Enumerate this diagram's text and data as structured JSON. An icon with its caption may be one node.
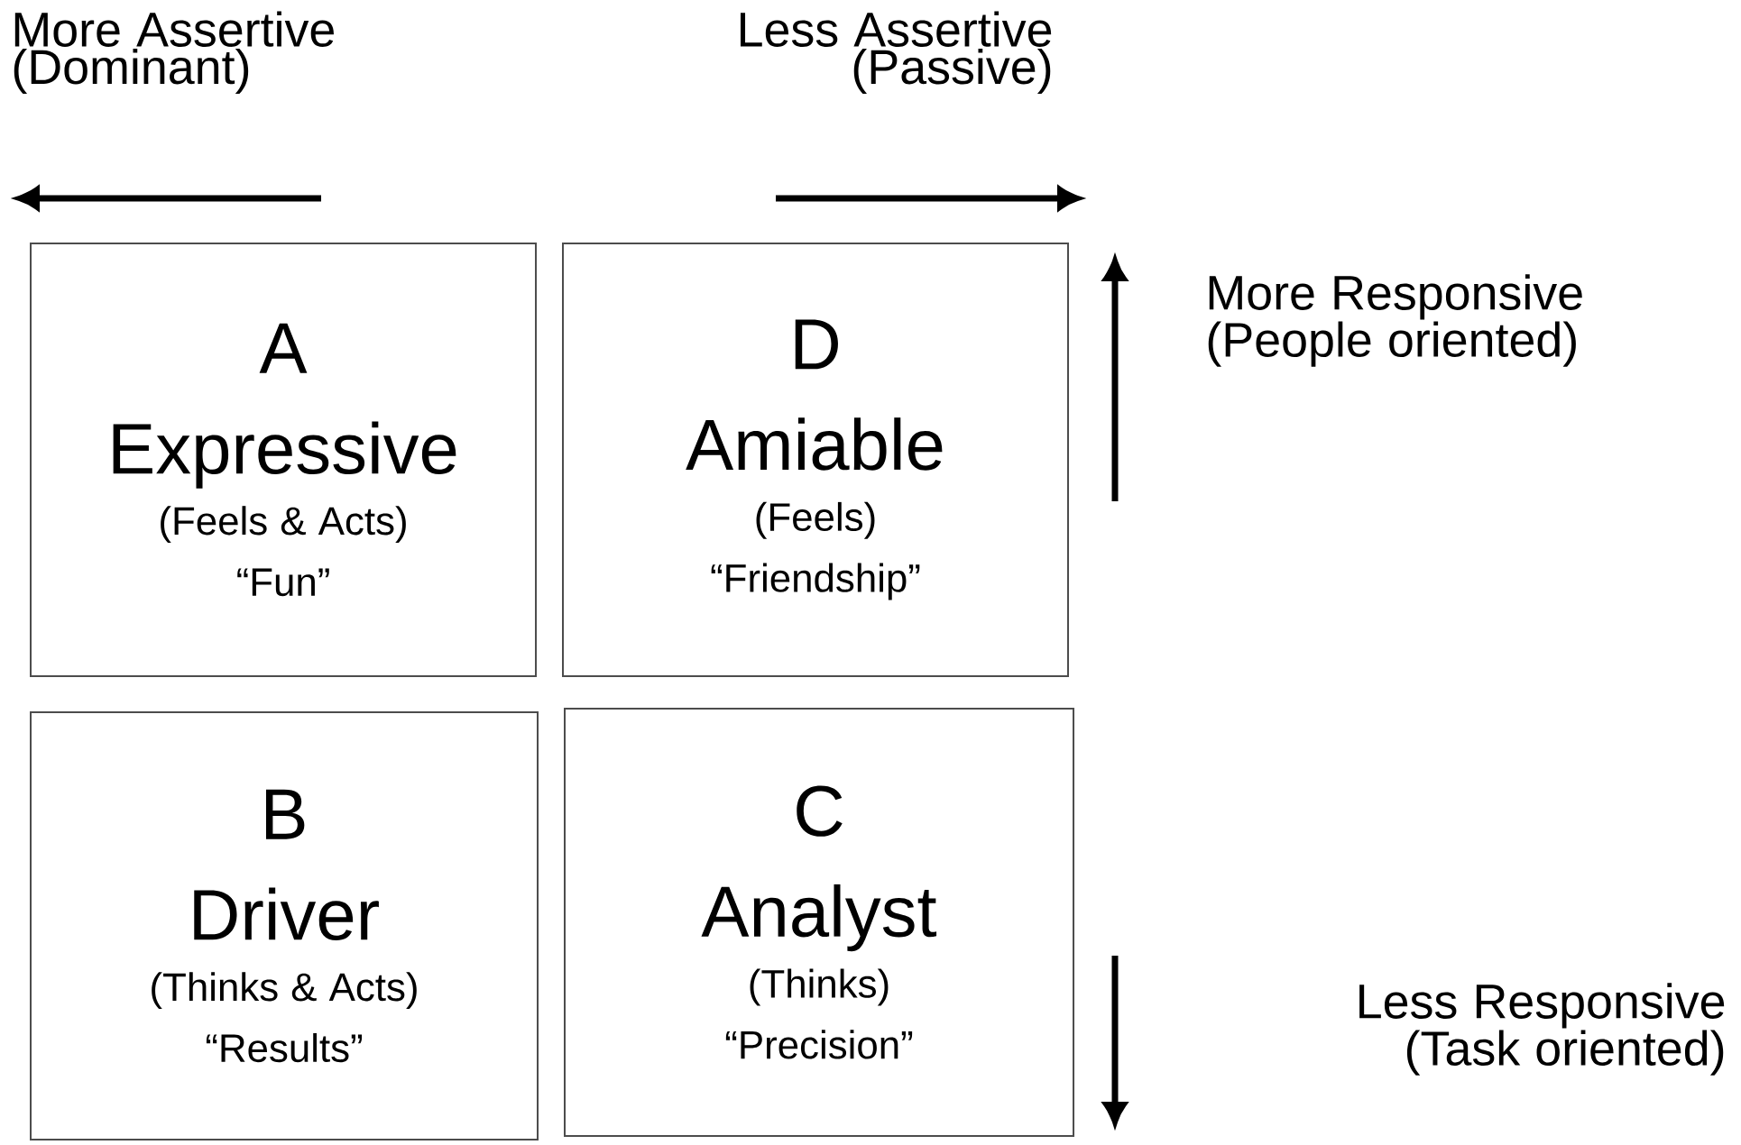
{
  "diagram": {
    "nodes": [
      {
        "text": [
          "A",
          "Expressive",
          "(Feels & Acts)",
          "“Fun”"
        ]
      },
      {
        "text": [
          "D",
          "Amiable",
          "(Feels)",
          "“Friendship”"
        ]
      },
      {
        "text": [
          "B",
          "Driver",
          "(Thinks & Acts)",
          "“Results”"
        ]
      },
      {
        "text": [
          "C",
          "Analyst",
          "(Thinks)",
          "“Precision”"
        ]
      }
    ],
    "labels": [
      "More Assertive (Dominant)",
      "Less Assertive (Passive)",
      "More Responsive (People oriented)",
      "Less Responsive (Task oriented)"
    ]
  }
}
